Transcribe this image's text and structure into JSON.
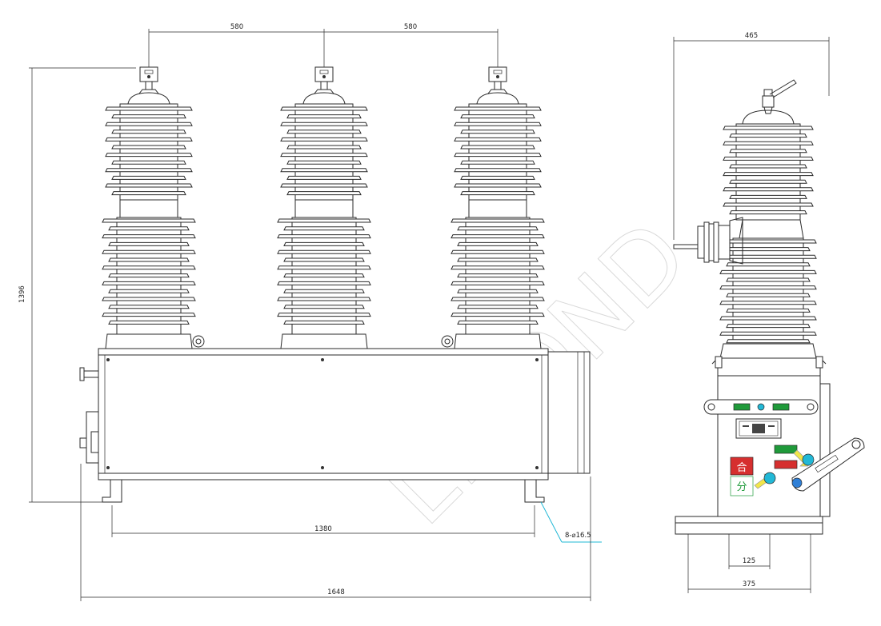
{
  "watermark": "LYKOND",
  "front_view": {
    "dim_top_left": "580",
    "dim_top_right": "580",
    "dim_height": "1396",
    "dim_mount": "1380",
    "dim_total": "1648",
    "hole_note": "8-⌀16.5"
  },
  "side_view": {
    "dim_width": "465",
    "dim_base_inner": "125",
    "dim_base_outer": "375",
    "indicator_labels": [
      "合",
      "分"
    ],
    "colors": {
      "green": "#1f9a3a",
      "red": "#d62f2f",
      "blue": "#2f7fd6",
      "cyan": "#22b8d6",
      "yellow": "#f1e64a"
    }
  }
}
